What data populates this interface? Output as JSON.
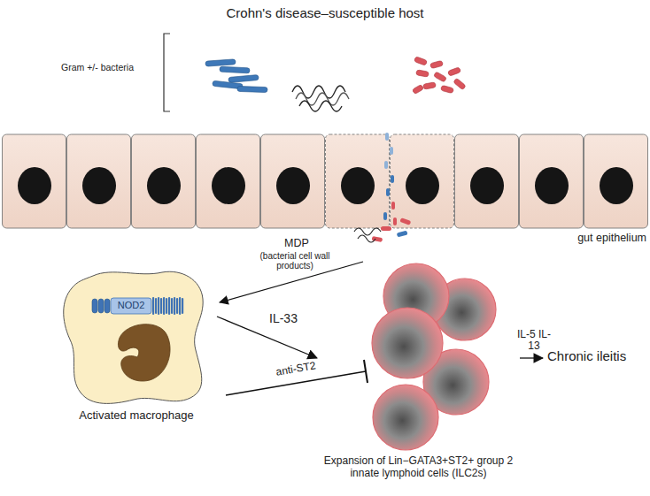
{
  "diagram": {
    "title": "Crohn's disease–susceptible host",
    "nodes": [
      {
        "text": [
          "Activated macrophage"
        ]
      },
      {
        "text": [
          "NOD2"
        ],
        "in": 0
      },
      {
        "text": [
          "Expansion of Lin−GATA3+ST2+ group 2 innate lymphoid cells (ILC2s)"
        ]
      },
      {
        "text": [
          "Chronic ileitis"
        ]
      }
    ],
    "edges": [
      {
        "from": 0,
        "to": 2,
        "label": "IL-33",
        "arrow": "to"
      },
      {
        "from": 2,
        "to": 3,
        "label": "IL-5 IL-13",
        "arrow": "to"
      }
    ],
    "labels": [
      "Gram +/- bacteria",
      "gut epithelium",
      "MDP",
      "(bacterial cell wall products)",
      "anti-ST2"
    ]
  }
}
